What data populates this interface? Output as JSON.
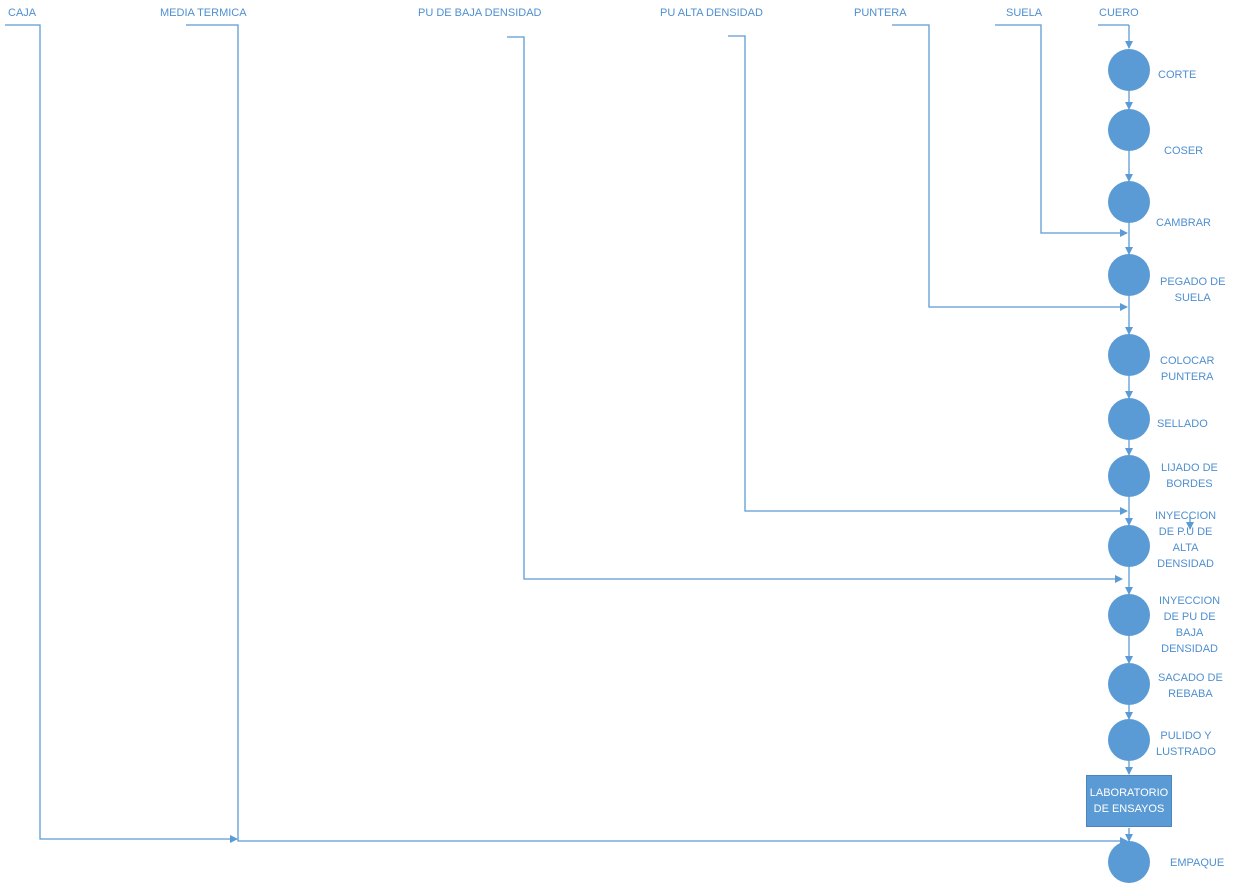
{
  "diagram": {
    "inputs": [
      {
        "id": "caja",
        "label": "CAJA"
      },
      {
        "id": "media",
        "label": "MEDIA TERMICA"
      },
      {
        "id": "pu-baja",
        "label": "PU DE BAJA DENSIDAD"
      },
      {
        "id": "pu-alta",
        "label": "PU ALTA DENSIDAD"
      },
      {
        "id": "puntera",
        "label": "PUNTERA"
      },
      {
        "id": "suela",
        "label": "SUELA"
      },
      {
        "id": "cuero",
        "label": "CUERO"
      }
    ],
    "steps": [
      {
        "id": "corte",
        "label": "CORTE"
      },
      {
        "id": "coser",
        "label": "COSER"
      },
      {
        "id": "cambrar",
        "label": "CAMBRAR"
      },
      {
        "id": "pegado",
        "label": "PEGADO DE\nSUELA"
      },
      {
        "id": "colocar",
        "label": "COLOCAR\nPUNTERA"
      },
      {
        "id": "sellado",
        "label": "SELLADO"
      },
      {
        "id": "lijado",
        "label": "LIJADO DE\nBORDES"
      },
      {
        "id": "iny-alta",
        "label": "INYECCION\nDE P.U DE\nALTA\nDENSIDAD"
      },
      {
        "id": "iny-baja",
        "label": "INYECCION\nDE PU DE\nBAJA\nDENSIDAD"
      },
      {
        "id": "sacado",
        "label": "SACADO DE\nREBABA"
      },
      {
        "id": "pulido",
        "label": "PULIDO Y\nLUSTRADO"
      },
      {
        "id": "empaque",
        "label": "EMPAQUE"
      }
    ],
    "lab_box": {
      "label": "LABORATORIO\nDE ENSAYOS"
    },
    "colors": {
      "line": "#5b9bd5",
      "node": "#5b9bd5",
      "text": "#4f8fd0"
    }
  }
}
